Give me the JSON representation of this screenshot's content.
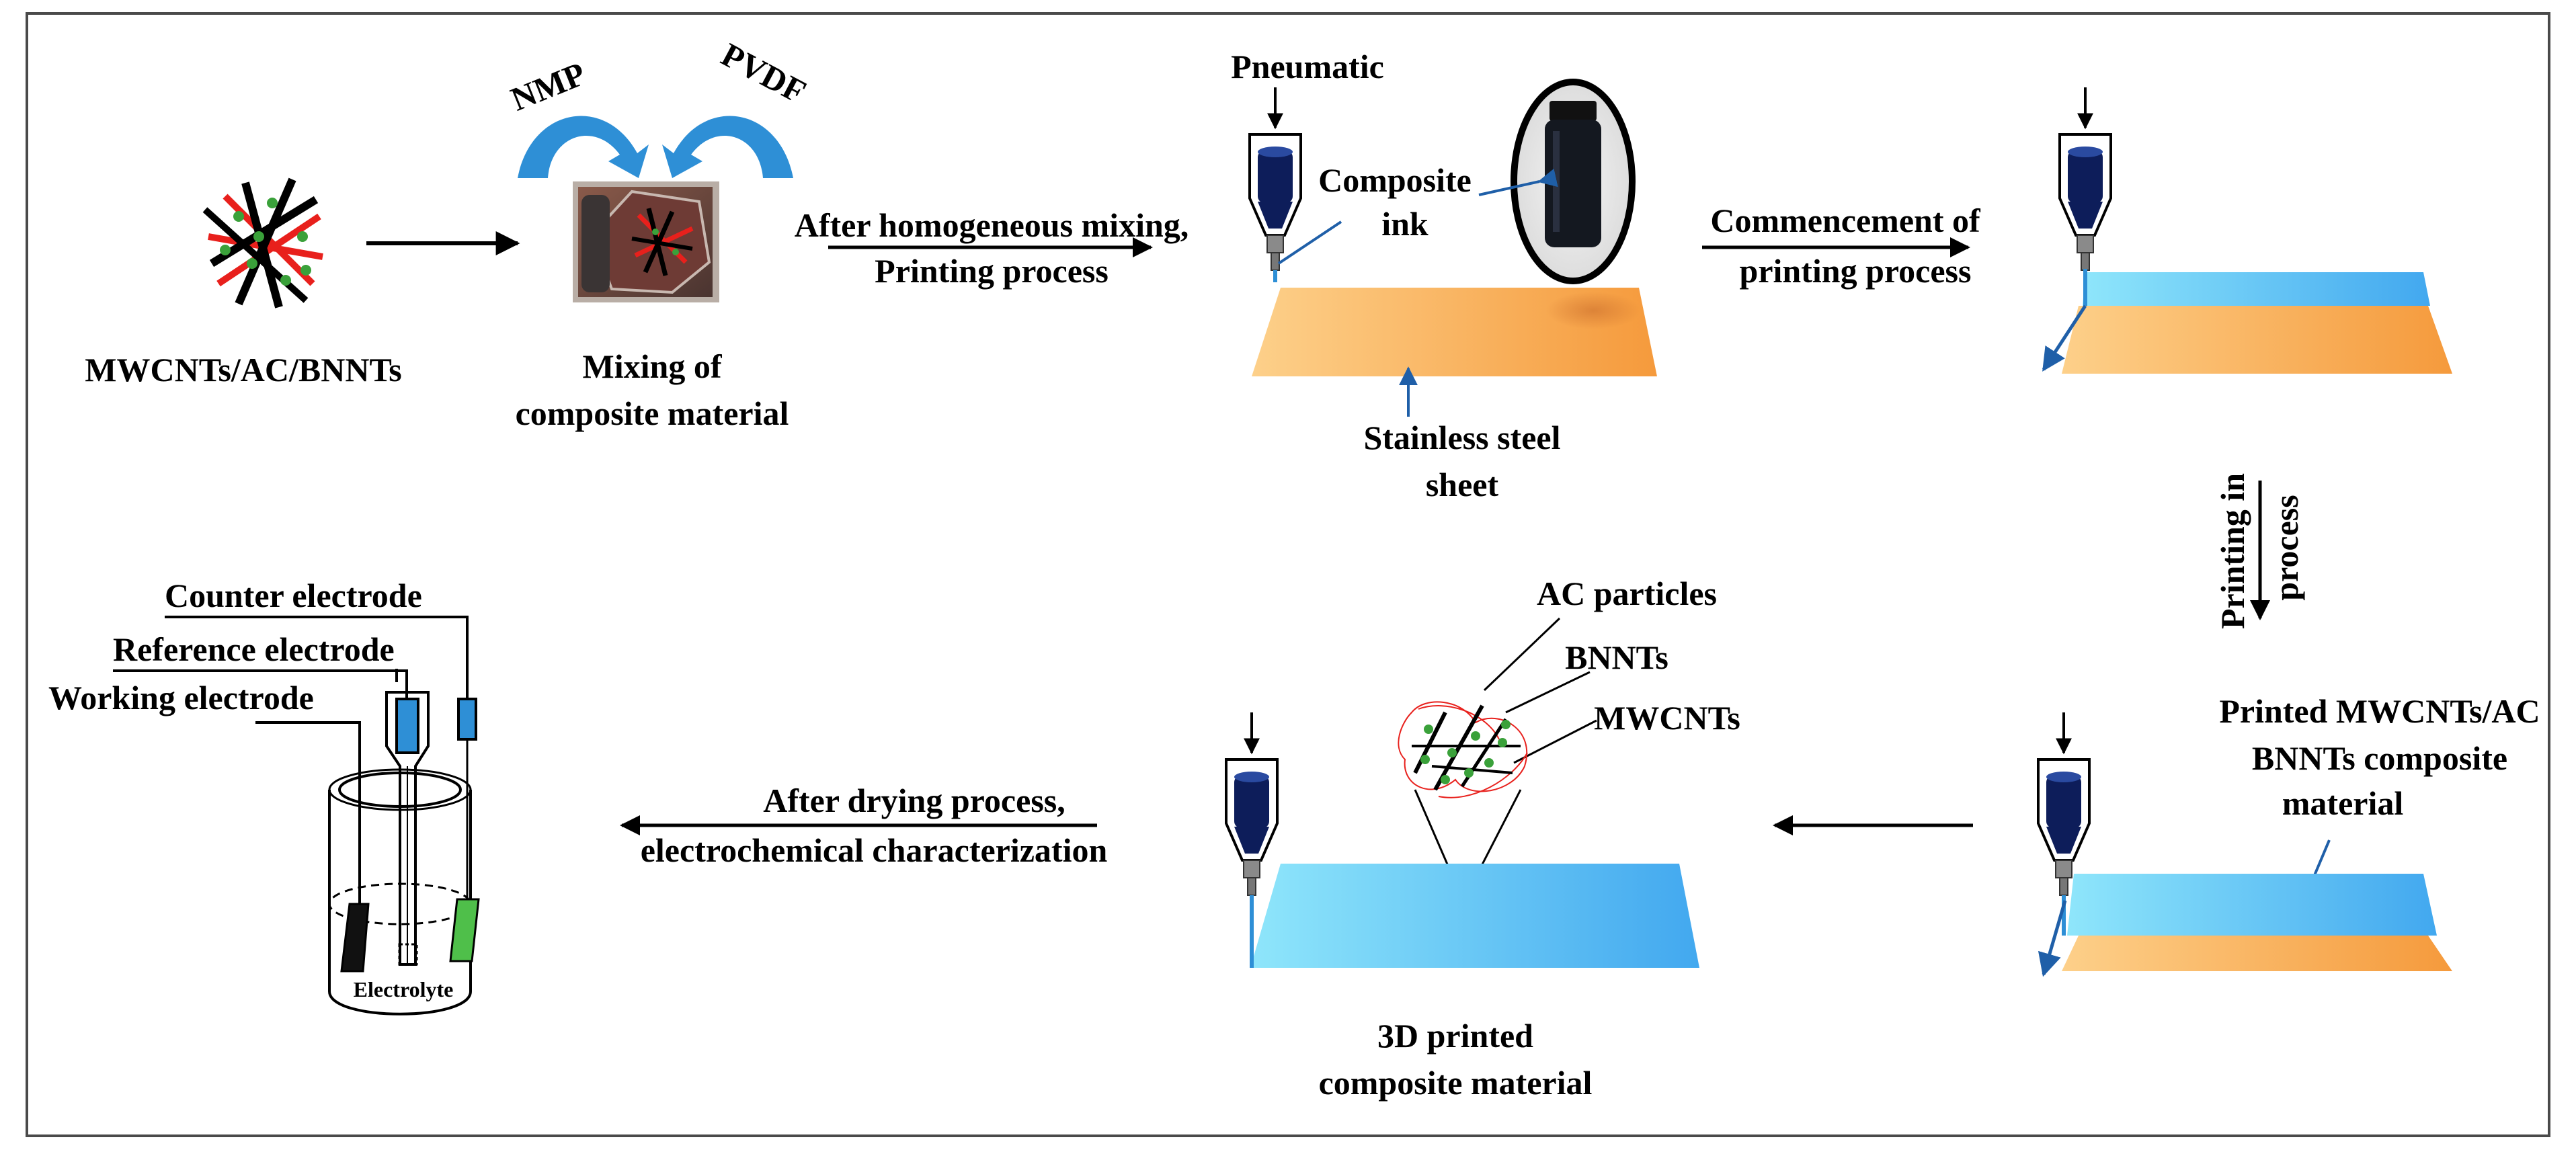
{
  "labels": {
    "nmp": "NMP",
    "pvdf": "PVDF",
    "pneumatic": "Pneumatic",
    "composite_ink_1": "Composite",
    "composite_ink_2": "ink",
    "mwcnts_ac_bnnts": "MWCNTs/AC/BNNTs",
    "mixing_1": "Mixing of",
    "mixing_2": "composite material",
    "after_mixing_1": "After homogeneous mixing,",
    "after_mixing_2": "Printing process",
    "commencement_1": "Commencement of",
    "commencement_2": "printing process",
    "stainless_1": "Stainless steel",
    "stainless_2": "sheet",
    "printing_in_1": "Printing in",
    "printing_in_2": "process",
    "printed_1": "Printed MWCNTs/AC",
    "printed_2": "BNNTs composite",
    "printed_3": "material",
    "ac_particles": "AC particles",
    "bnnts": "BNNTs",
    "mwcnts": "MWCNTs",
    "printed3d_1": "3D printed",
    "printed3d_2": "composite material",
    "drying_1": "After drying process,",
    "drying_2": "electrochemical characterization",
    "counter": "Counter electrode",
    "reference": "Reference electrode",
    "working": "Working electrode",
    "electrolyte": "Electrolyte"
  },
  "colors": {
    "arrow_blue": "#2e8fd6",
    "orange_light": "#fdd08a",
    "orange_dark": "#f59a3c",
    "blue_light": "#8fe6fb",
    "blue_dark": "#42a8ef",
    "navy": "#0d1d5a",
    "nozzle": "#7a7a7a",
    "green_electrode": "#4fbf4a",
    "cnt_red": "#e8201c",
    "cnt_green": "#3aa13a"
  }
}
